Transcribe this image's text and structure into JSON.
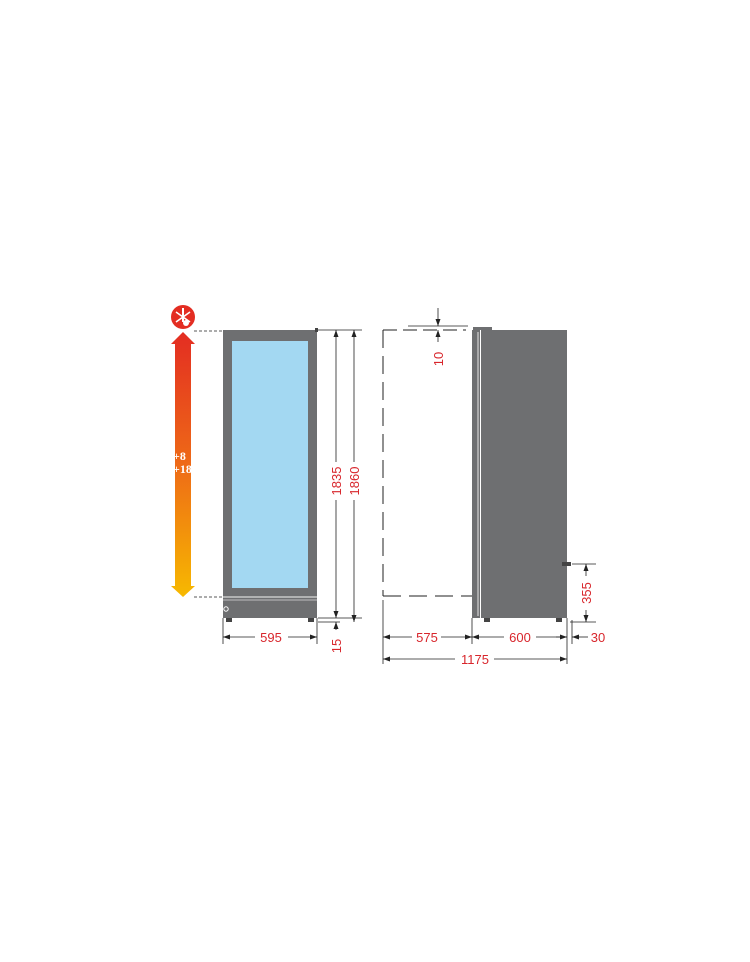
{
  "temperature": {
    "min": "+8",
    "max": "+18"
  },
  "dimensions": {
    "front_width": "595",
    "height_body": "1835",
    "height_total": "1860",
    "feet_height": "15",
    "top_clearance": "10",
    "door_swing": "575",
    "depth": "600",
    "rear_offset": "30",
    "total_depth_open": "1175",
    "drain_height": "355"
  },
  "colors": {
    "dimension_text": "#d8262c",
    "cabinet": "#6e6f71",
    "glass": "#a3d8f2",
    "gradient_top": "#e32d22",
    "gradient_bottom": "#f7b900"
  },
  "icons": {
    "temperature_badge": "snowflake-thermometer-icon"
  }
}
